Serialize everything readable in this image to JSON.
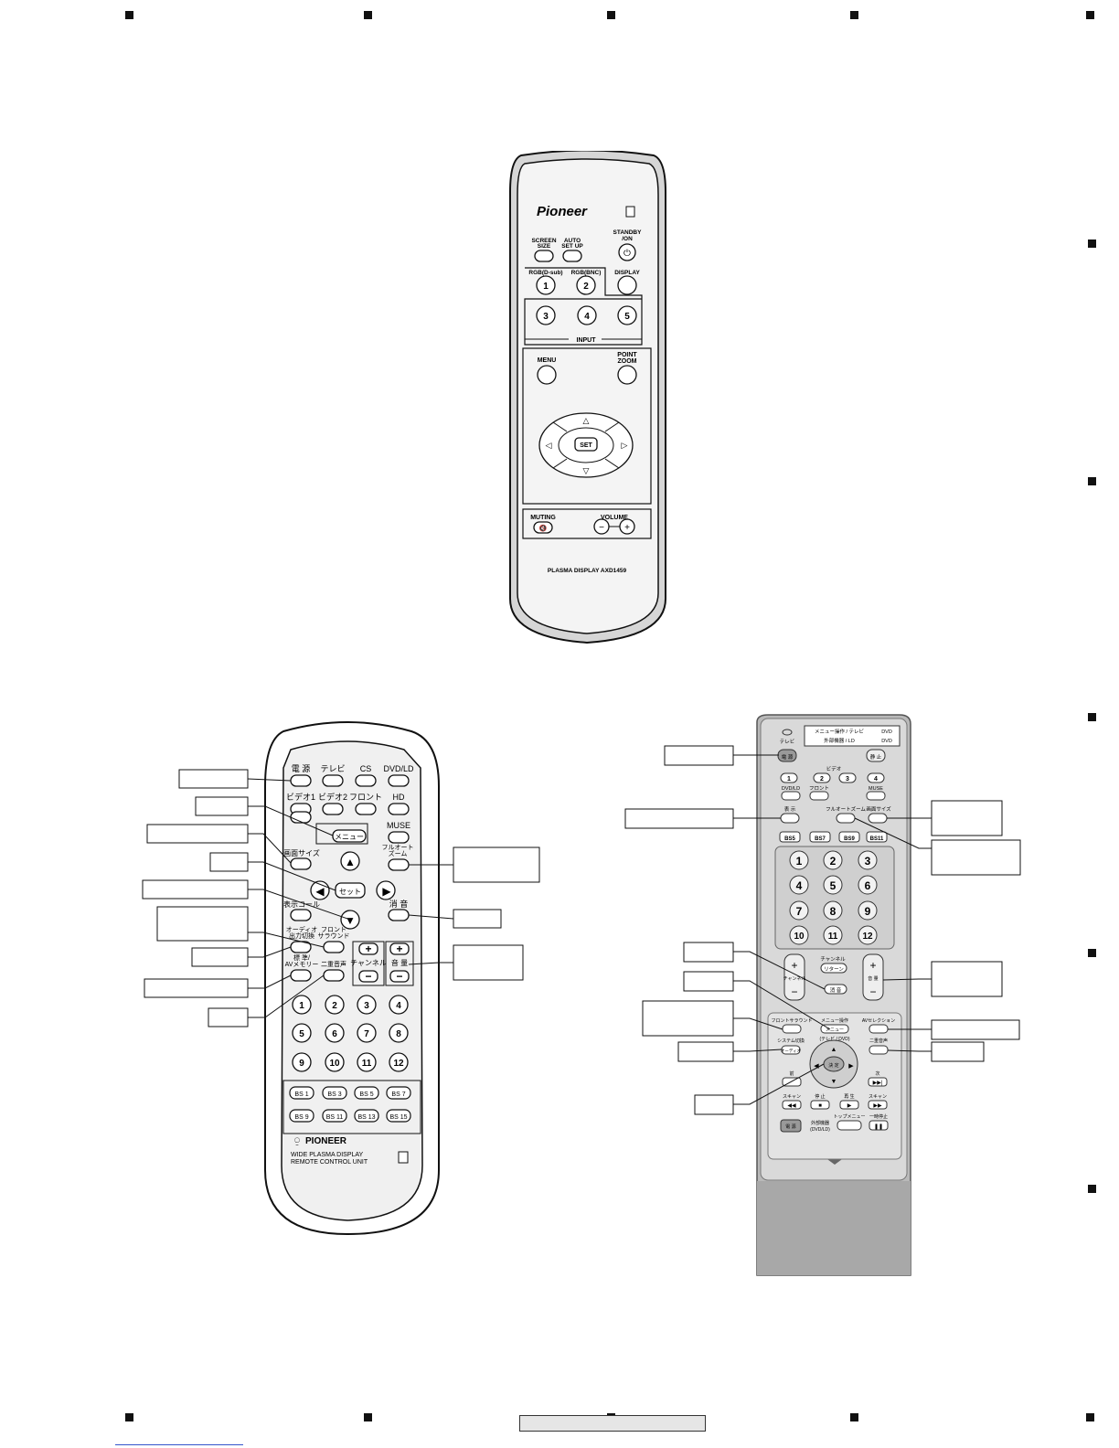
{
  "remote1": {
    "brand": "Pioneer",
    "screen_size": [
      "SCREEN",
      "SIZE"
    ],
    "auto_setup": [
      "AUTO",
      "SET UP"
    ],
    "standby": [
      "STANDBY",
      "/ON"
    ],
    "rgb_dsub": "RGB(D-sub)",
    "rgb_bnc": "RGB(BNC)",
    "display": "DISPLAY",
    "btn1": "1",
    "btn2": "2",
    "btn3": "3",
    "btn4": "4",
    "btn5": "5",
    "input": "INPUT",
    "menu": "MENU",
    "point_zoom": [
      "POINT",
      "ZOOM"
    ],
    "set": "SET",
    "muting": "MUTING",
    "volume": "VOLUME",
    "minus": "−",
    "plus": "+",
    "model": "PLASMA DISPLAY  AXD1459"
  },
  "remote2": {
    "row1": [
      "電 源",
      "テレビ",
      "CS",
      "DVD/LD"
    ],
    "row2": [
      "ビデオ1",
      "ビデオ2",
      "フロント",
      "HD"
    ],
    "menu": "メニュー",
    "muse": "MUSE",
    "screen_size": "画面サイズ",
    "set": "セット",
    "full_auto_zoom": [
      "フルオート",
      "ズーム"
    ],
    "display_call": "表示コール",
    "mute": "消 音",
    "audio": [
      "オーディオ",
      "出力切換"
    ],
    "front_surround": [
      "フロント",
      "サラウンド"
    ],
    "av_memory": [
      "標 準/",
      "AVメモリー"
    ],
    "dual_audio": "二重音声",
    "channel": "チャンネル",
    "volume": "音 量",
    "numbers": [
      "1",
      "2",
      "3",
      "4",
      "5",
      "6",
      "7",
      "8",
      "9",
      "10",
      "11",
      "12"
    ],
    "bs": [
      "BS 1",
      "BS 3",
      "BS 5",
      "BS 7",
      "BS 9",
      "BS 11",
      "BS 13",
      "BS 15"
    ],
    "brand": "PIONEER",
    "desc": [
      "WIDE PLASMA DISPLAY",
      "REMOTE CONTROL UNIT"
    ]
  },
  "remote3": {
    "mode_top": "メニュー操作 / テレビ",
    "mode_bottom": "外部機器 / LD",
    "dvd": "DVD",
    "tv": "テレビ",
    "power": "電 源",
    "stop_top": "静 止",
    "video": "ビデオ",
    "inputs": [
      "1",
      "2",
      "3",
      "4"
    ],
    "dvdld": "DVD/LD",
    "front": "フロント",
    "muse": "MUSE",
    "display": "表 示",
    "full_auto_zoom": "フルオートズーム",
    "screen_size": "画面サイズ",
    "bs": [
      "BS5",
      "BS7",
      "BS9",
      "BS11"
    ],
    "numbers": [
      "1",
      "2",
      "3",
      "4",
      "5",
      "6",
      "7",
      "8",
      "9",
      "10",
      "11",
      "12"
    ],
    "channel": "チャンネル",
    "return": "リターン",
    "mute": "消 音",
    "volume": "音 量",
    "front_surround": "フロントサラウンド",
    "menu_op": "メニュー操作",
    "av_selection": "AVセレクション",
    "menu": "メニュー",
    "tv_dvd": "(テレビ / DVD)",
    "system_switch": "システム切換",
    "audio": "オーディオ",
    "dual_audio": "二重音声",
    "enter": "決 定",
    "prev": "前",
    "next": "次",
    "scan": "スキャン",
    "stop": "停 止",
    "play": "再 生",
    "external": [
      "外部機器",
      "(DVD/LD)"
    ],
    "top_menu": "トップメニュー",
    "pause": "一時停止"
  }
}
